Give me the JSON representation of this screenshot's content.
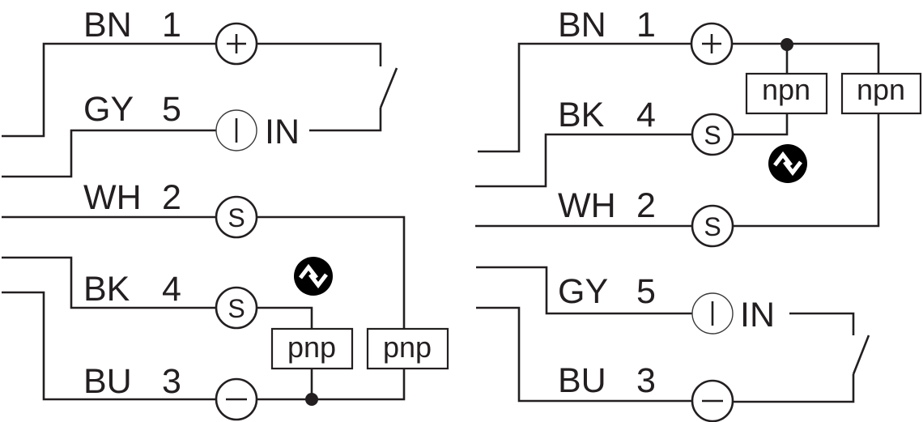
{
  "diagrams": [
    {
      "name": "pnp-wiring",
      "wires": [
        {
          "color": "BN",
          "pin": "1",
          "terminal": "+"
        },
        {
          "color": "GY",
          "pin": "5",
          "terminal": "I",
          "terminal_label": "IN"
        },
        {
          "color": "WH",
          "pin": "2",
          "terminal": "S"
        },
        {
          "color": "BK",
          "pin": "4",
          "terminal": "S"
        },
        {
          "color": "BU",
          "pin": "3",
          "terminal": "−"
        }
      ],
      "outputs": [
        "pnp",
        "pnp"
      ],
      "icon": "switching-function-icon"
    },
    {
      "name": "npn-wiring",
      "wires": [
        {
          "color": "BN",
          "pin": "1",
          "terminal": "+"
        },
        {
          "color": "BK",
          "pin": "4",
          "terminal": "S"
        },
        {
          "color": "WH",
          "pin": "2",
          "terminal": "S"
        },
        {
          "color": "GY",
          "pin": "5",
          "terminal": "I",
          "terminal_label": "IN"
        },
        {
          "color": "BU",
          "pin": "3",
          "terminal": "−"
        }
      ],
      "outputs": [
        "npn",
        "npn"
      ],
      "icon": "switching-function-icon"
    }
  ]
}
